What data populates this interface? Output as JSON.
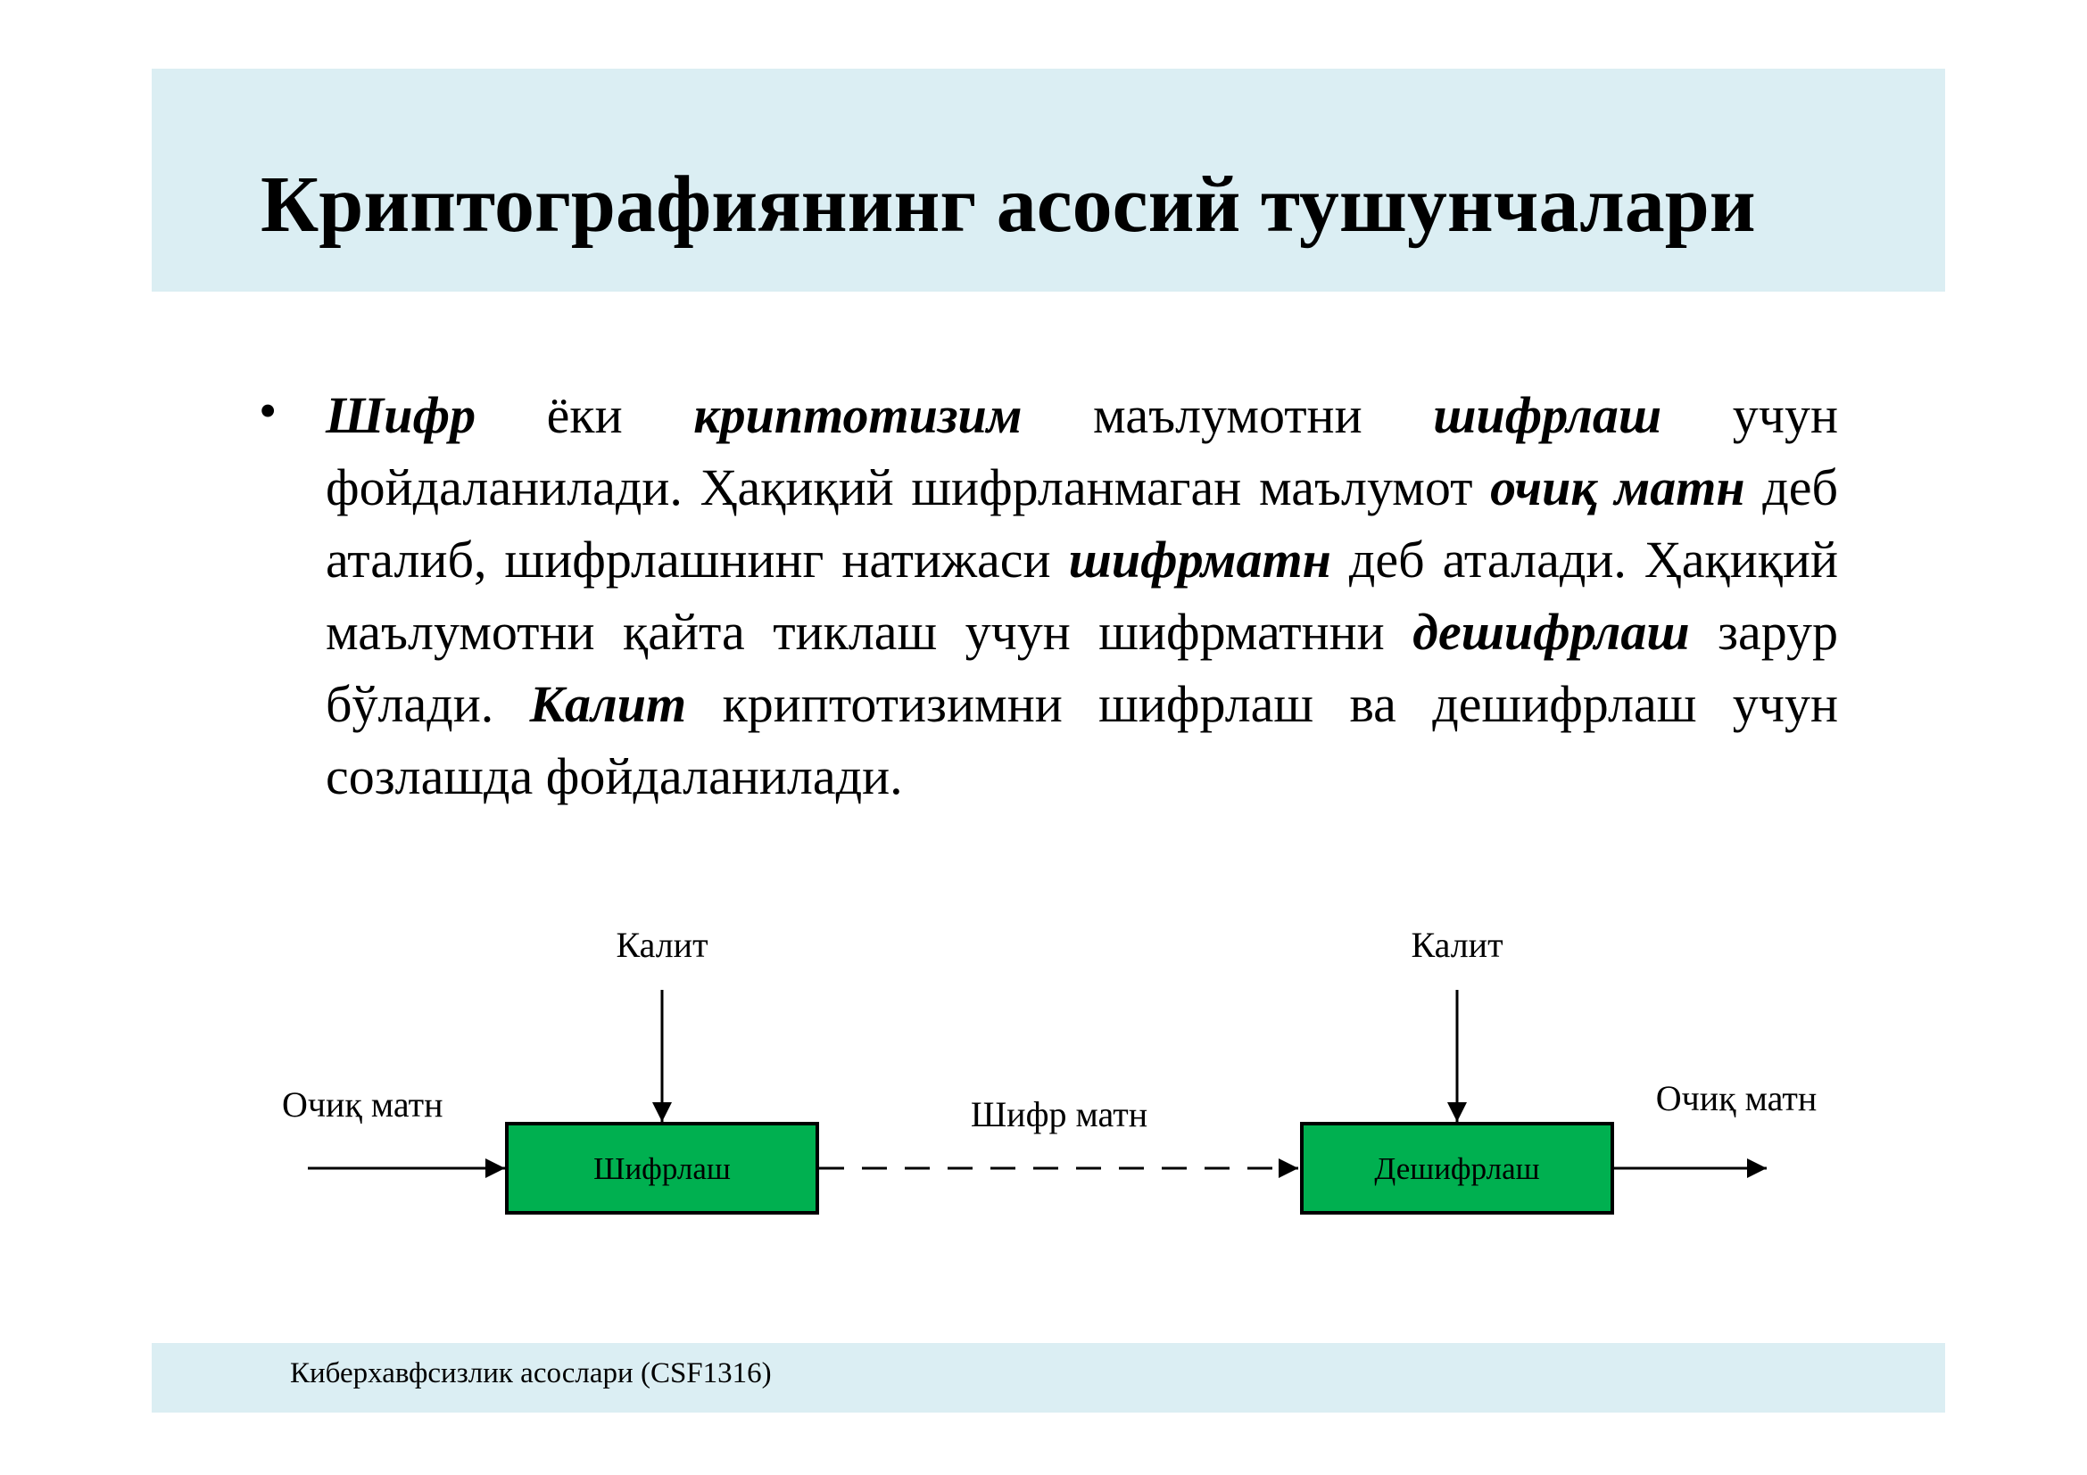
{
  "slide": {
    "title": "Криптографиянинг асосий тушунчалари",
    "bullet": {
      "marker": "•",
      "segments": [
        {
          "text": "Шифр",
          "emphasis": true
        },
        {
          "text": " ёки ",
          "emphasis": false
        },
        {
          "text": "криптотизим",
          "emphasis": true
        },
        {
          "text": " маълумотни ",
          "emphasis": false
        },
        {
          "text": "шифрлаш",
          "emphasis": true
        },
        {
          "text": " учун фойдаланилади. Ҳақиқий шифрланмаган маълумот ",
          "emphasis": false
        },
        {
          "text": "очиқ матн",
          "emphasis": true
        },
        {
          "text": " деб аталиб, шифрлашнинг натижаси ",
          "emphasis": false
        },
        {
          "text": "шифрматн",
          "emphasis": true
        },
        {
          "text": " деб аталади.  Ҳақиқий маълумотни қайта тиклаш учун шифрматнни ",
          "emphasis": false
        },
        {
          "text": "дешифрлаш",
          "emphasis": true
        },
        {
          "text": " зарур бўлади. ",
          "emphasis": false
        },
        {
          "text": "Калит",
          "emphasis": true
        },
        {
          "text": " криптотизимни шифрлаш ва дешифрлаш учун созлашда фойдаланилади.",
          "emphasis": false
        }
      ]
    }
  },
  "diagram": {
    "input_label": "Очиқ матн",
    "key_label_left": "Калит",
    "encrypt_box": "Шифрлаш",
    "channel_label": "Шифр матн",
    "key_label_right": "Калит",
    "decrypt_box": "Дешифрлаш",
    "output_label": "Очиқ матн",
    "box_color": "#00b050"
  },
  "footer": {
    "text": "Киберхавфсизлик асослари (CSF1316)"
  },
  "colors": {
    "band": "#dbeef3"
  }
}
